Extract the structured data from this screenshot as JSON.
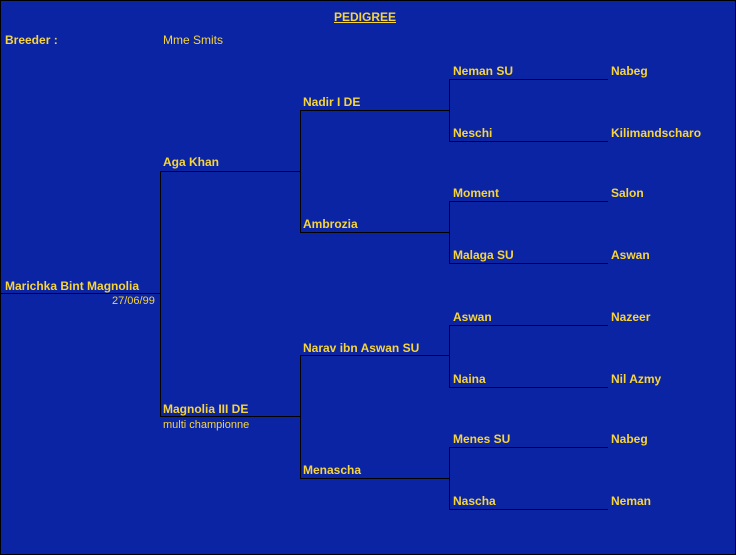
{
  "title": "PEDIGREE",
  "breeder": {
    "label": "Breeder :",
    "value": "Mme Smits"
  },
  "subject": {
    "name": "Marichka Bint Magnolia",
    "date": "27/06/99"
  },
  "parents": {
    "sire": "Aga Khan",
    "dam": "Magnolia III DE",
    "dam_note": "multi championne"
  },
  "grandparents": {
    "sire_sire": "Nadir I DE",
    "sire_dam": "Ambrozia",
    "dam_sire": "Narav ibn Aswan SU",
    "dam_dam": "Menascha"
  },
  "great_grandparents": [
    "Neman SU",
    "Neschi",
    "Moment",
    "Malaga SU",
    "Aswan",
    "Naina",
    "Menes SU",
    "Nascha"
  ],
  "great_great_grandparents": [
    "Nabeg",
    "Kilimandscharo",
    "Salon",
    "Aswan",
    "Nazeer",
    "Nil Azmy",
    "Nabeg",
    "Neman"
  ]
}
